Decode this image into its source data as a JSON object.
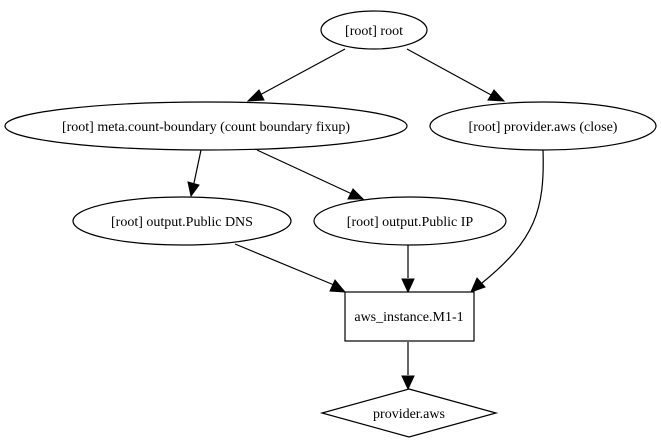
{
  "diagram": {
    "nodes": [
      {
        "id": "root",
        "label": "[root] root",
        "shape": "ellipse"
      },
      {
        "id": "meta",
        "label": "[root] meta.count-boundary (count boundary fixup)",
        "shape": "ellipse"
      },
      {
        "id": "provclose",
        "label": "[root] provider.aws (close)",
        "shape": "ellipse"
      },
      {
        "id": "dns",
        "label": "[root] output.Public DNS",
        "shape": "ellipse"
      },
      {
        "id": "ip",
        "label": "[root] output.Public IP",
        "shape": "ellipse"
      },
      {
        "id": "inst",
        "label": "aws_instance.M1-1",
        "shape": "box"
      },
      {
        "id": "prov",
        "label": "provider.aws",
        "shape": "diamond"
      }
    ],
    "edges": [
      {
        "from": "root",
        "to": "meta"
      },
      {
        "from": "root",
        "to": "provclose"
      },
      {
        "from": "meta",
        "to": "dns"
      },
      {
        "from": "meta",
        "to": "ip"
      },
      {
        "from": "dns",
        "to": "inst"
      },
      {
        "from": "ip",
        "to": "inst"
      },
      {
        "from": "provclose",
        "to": "inst"
      },
      {
        "from": "inst",
        "to": "prov"
      }
    ]
  }
}
